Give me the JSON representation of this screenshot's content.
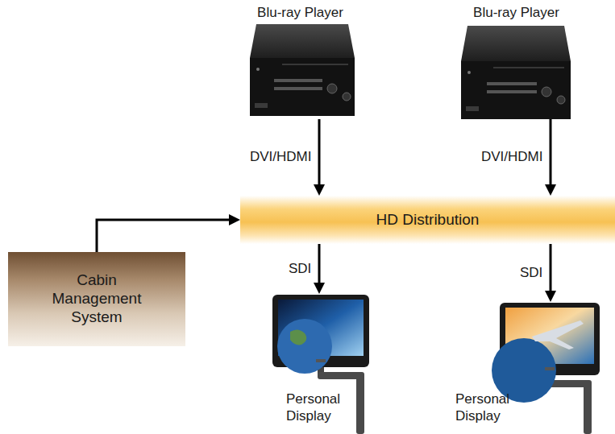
{
  "diagram": {
    "nodes": [
      {
        "text": [
          "Blu-ray Player"
        ]
      },
      {
        "text": [
          "Blu-ray Player"
        ]
      },
      {
        "text": [
          "HD Distribution"
        ]
      },
      {
        "text": [
          "Cabin Management System"
        ]
      },
      {
        "text": [
          "Personal Display"
        ]
      },
      {
        "text": [
          "Personal Display"
        ]
      }
    ],
    "edges": [
      {
        "from": 0,
        "to": 2,
        "arrow": "to",
        "label": "DVI/HDMI"
      },
      {
        "from": 1,
        "to": 2,
        "arrow": "to",
        "label": "DVI/HDMI"
      },
      {
        "from": 3,
        "to": 2,
        "arrow": "to"
      },
      {
        "from": 2,
        "to": 4,
        "arrow": "to",
        "label": "SDI"
      },
      {
        "from": 2,
        "to": 5,
        "arrow": "to",
        "label": "SDI"
      }
    ]
  }
}
